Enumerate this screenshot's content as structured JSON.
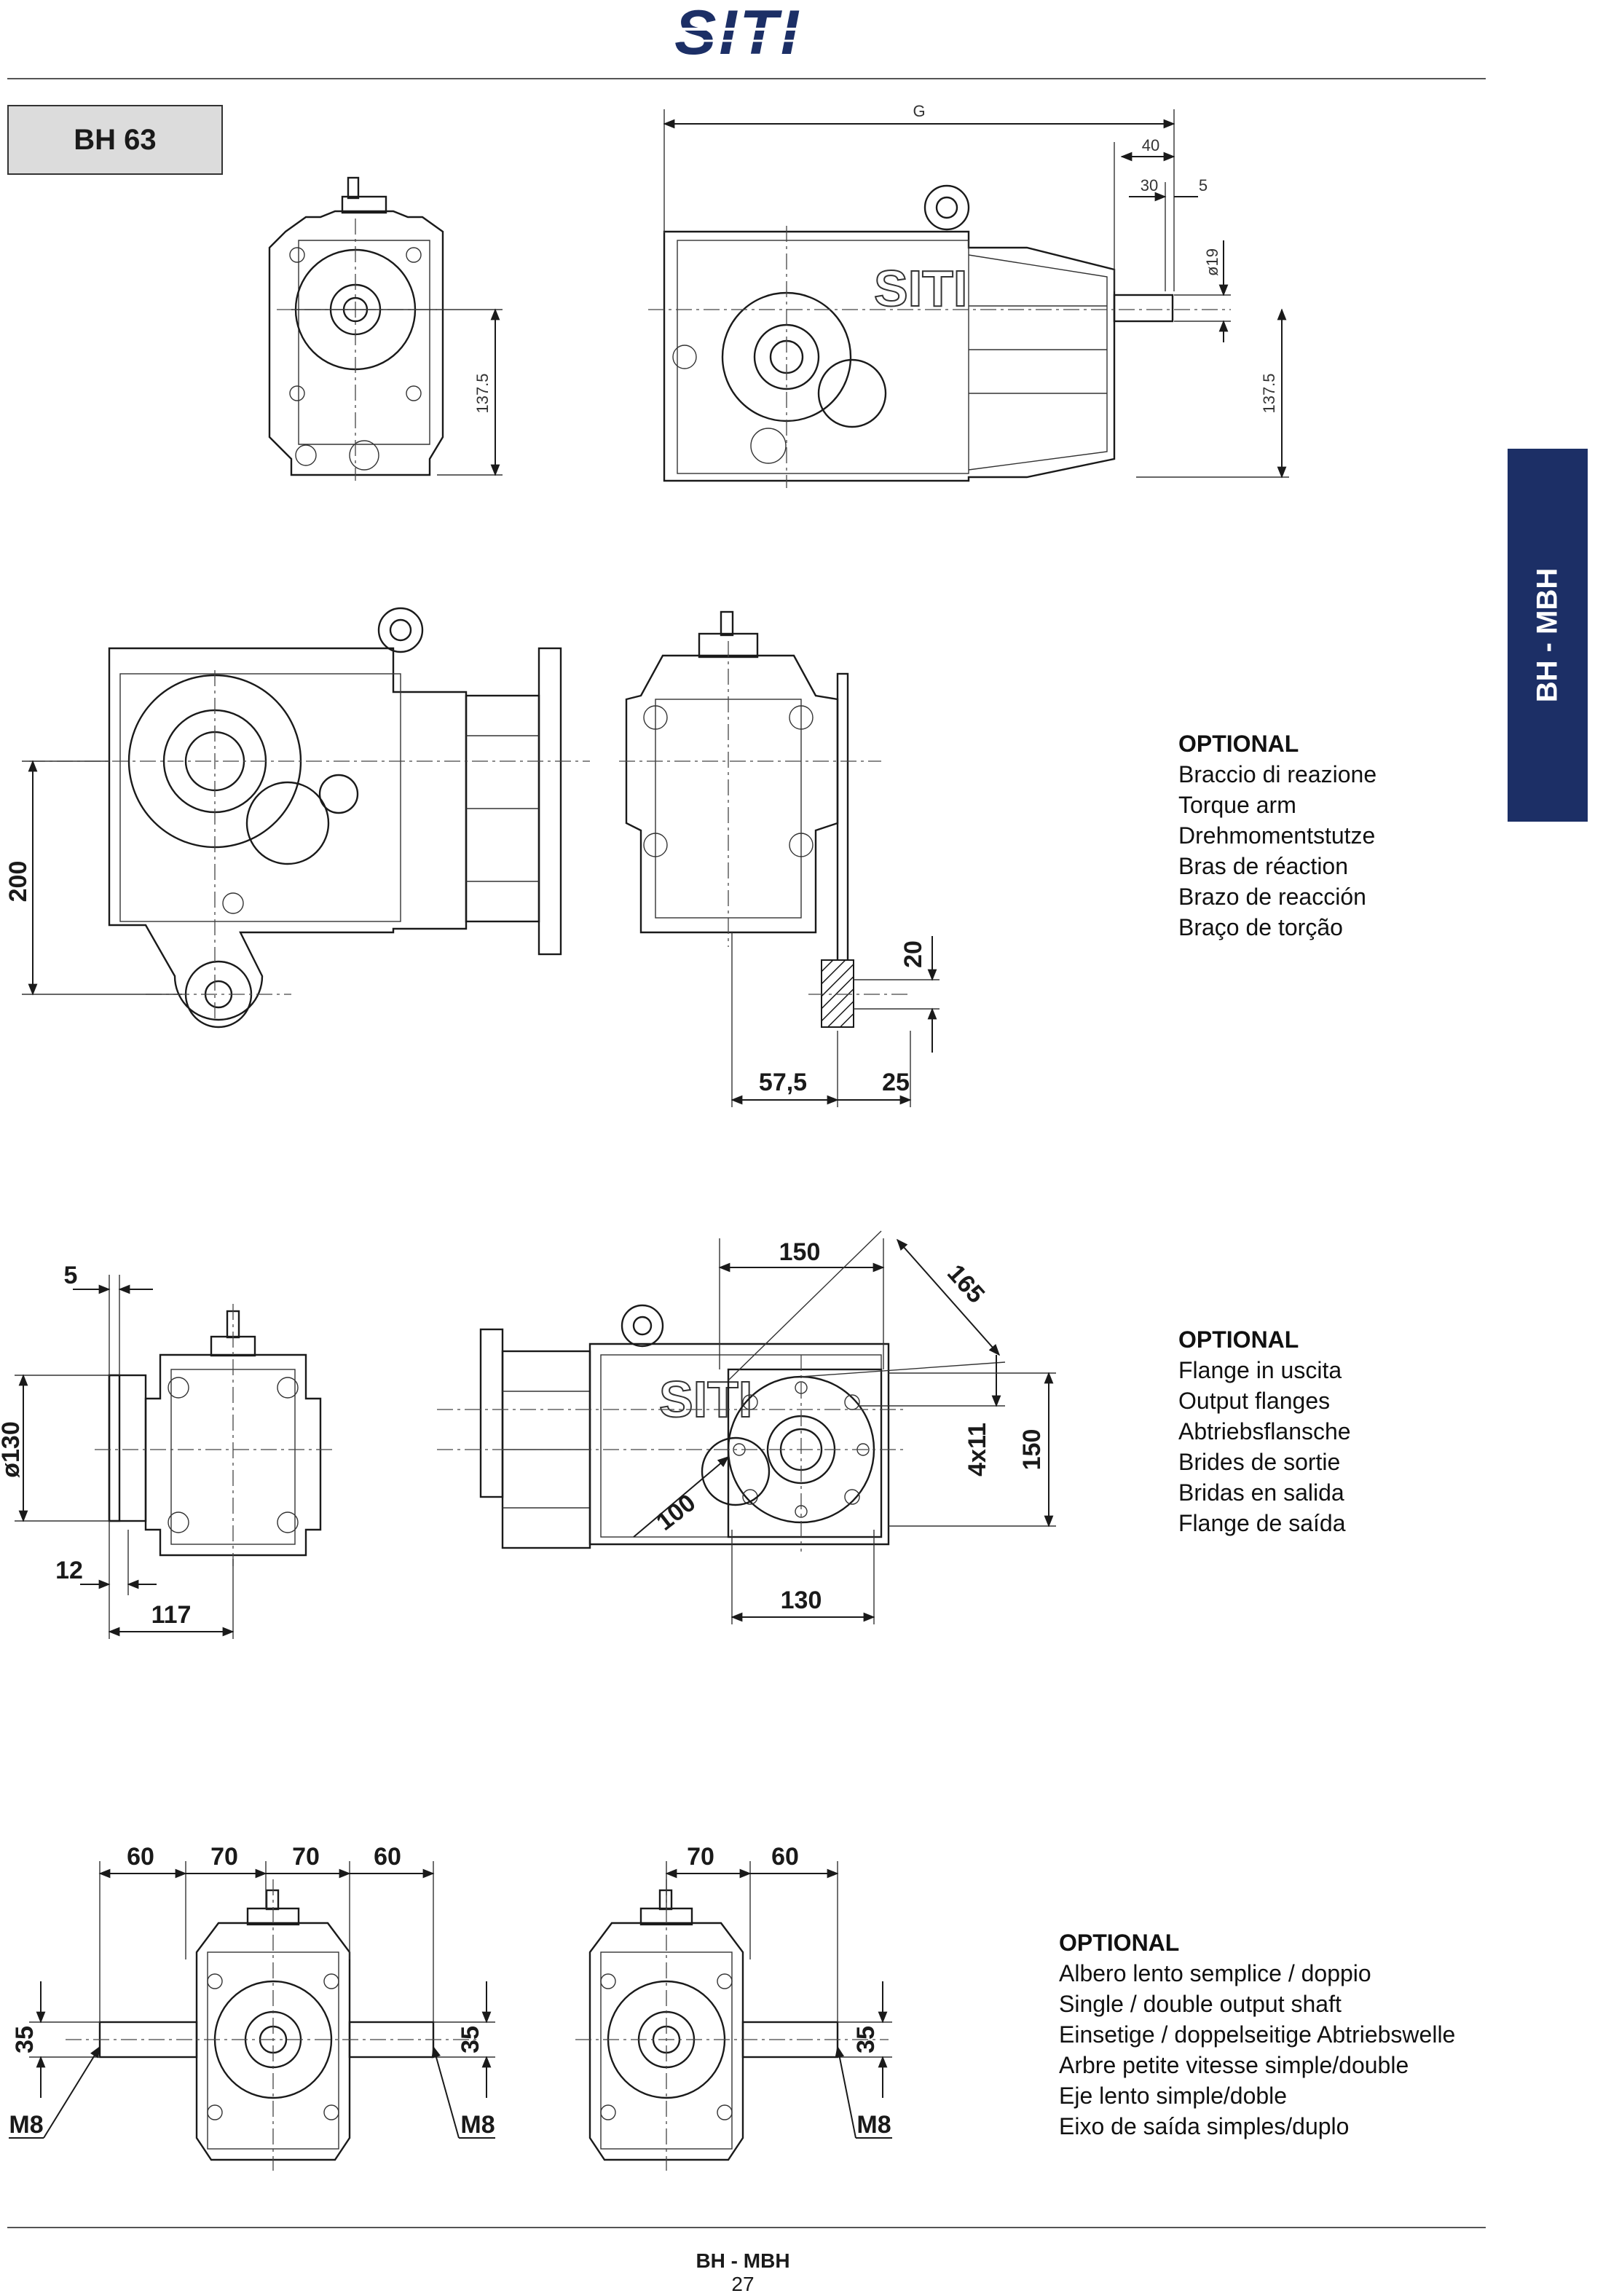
{
  "header": {
    "brand_logo": "SITI"
  },
  "model_label": "BH 63",
  "side_tab": "BH - MBH",
  "dimensions": {
    "top_front_height": "137.5",
    "top_side_length": "G",
    "top_shaft_offset": "40",
    "top_shaft_len": "30",
    "top_shaft_step": "5",
    "top_shaft_diameter": "ø19",
    "top_side_height": "137.5",
    "arm_height": "200",
    "arm_pin": "20",
    "arm_offset": "57,5",
    "arm_width": "25",
    "flange_thickness": "5",
    "flange_diameter": "ø130",
    "flange_spigot": "12",
    "flange_length": "117",
    "flange_top": "150",
    "flange_diag": "165",
    "flange_holes": "4x11",
    "flange_side": "150",
    "flange_pcd": "100",
    "flange_bottom": "130",
    "shaft_a": "60",
    "shaft_b": "70",
    "shaft_c": "70",
    "shaft_d": "60",
    "shaft_dia_left": "35",
    "shaft_thread_left": "M8",
    "shaft_dia_mid": "35",
    "shaft_thread_mid": "M8",
    "single_a": "70",
    "single_b": "60",
    "single_dia": "35",
    "single_thread": "M8"
  },
  "optional_torque_arm": {
    "heading": "OPTIONAL",
    "lines": [
      "Braccio di reazione",
      "Torque arm",
      "Drehmomentstutze",
      "Bras de réaction",
      "Brazo de reacción",
      "Braço de torção"
    ]
  },
  "optional_flange": {
    "heading": "OPTIONAL",
    "lines": [
      "Flange in uscita",
      "Output flanges",
      "Abtriebsflansche",
      "Brides de sortie",
      "Bridas en salida",
      "Flange de saída"
    ]
  },
  "optional_shaft": {
    "heading": "OPTIONAL",
    "lines": [
      "Albero lento semplice / doppio",
      "Single / double output shaft",
      "Einsetige / doppelseitige Abtriebswelle",
      "Arbre petite vitesse simple/double",
      "Eje lento simple/doble",
      "Eixo de saída simples/duplo"
    ]
  },
  "footer": {
    "label": "BH - MBH",
    "page": "27"
  }
}
